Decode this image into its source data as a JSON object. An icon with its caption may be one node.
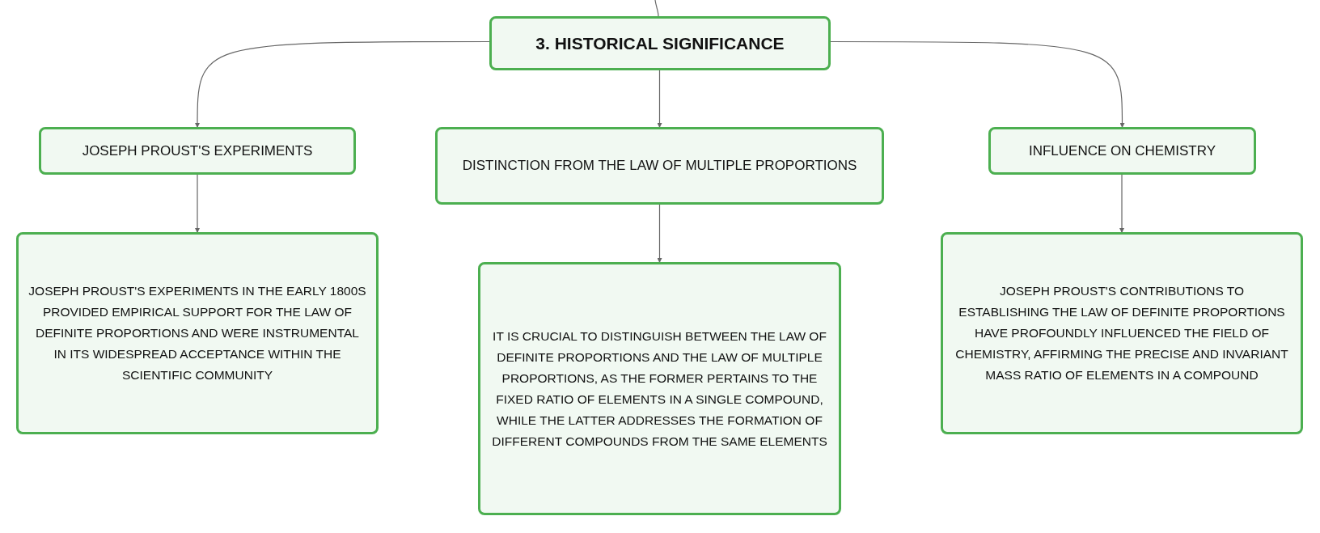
{
  "diagram": {
    "nodes": [
      {
        "text": [
          "3. HISTORICAL SIGNIFICANCE"
        ]
      },
      {
        "text": [
          "JOSEPH PROUST'S EXPERIMENTS"
        ]
      },
      {
        "text": [
          "DISTINCTION FROM THE LAW OF MULTIPLE PROPORTIONS"
        ]
      },
      {
        "text": [
          "INFLUENCE ON CHEMISTRY"
        ]
      },
      {
        "text": [
          "JOSEPH PROUST'S EXPERIMENTS IN THE EARLY 1800S PROVIDED EMPIRICAL SUPPORT FOR THE LAW OF DEFINITE PROPORTIONS AND WERE INSTRUMENTAL IN ITS WIDESPREAD ACCEPTANCE WITHIN THE SCIENTIFIC COMMUNITY"
        ]
      },
      {
        "text": [
          "IT IS CRUCIAL TO DISTINGUISH BETWEEN THE LAW OF DEFINITE PROPORTIONS AND THE LAW OF MULTIPLE PROPORTIONS, AS THE FORMER PERTAINS TO THE FIXED RATIO OF ELEMENTS IN A SINGLE COMPOUND, WHILE THE LATTER ADDRESSES THE FORMATION OF DIFFERENT COMPOUNDS FROM THE SAME ELEMENTS"
        ]
      },
      {
        "text": [
          "JOSEPH PROUST'S CONTRIBUTIONS TO ESTABLISHING THE LAW OF DEFINITE PROPORTIONS HAVE PROFOUNDLY INFLUENCED THE FIELD OF CHEMISTRY, AFFIRMING THE PRECISE AND INVARIANT MASS RATIO OF ELEMENTS IN A COMPOUND"
        ]
      }
    ],
    "edges": [
      {
        "from": null,
        "to": 0,
        "arrow": "none"
      },
      {
        "from": 0,
        "to": 1,
        "arrow": "to"
      },
      {
        "from": 0,
        "to": 2,
        "arrow": "to"
      },
      {
        "from": 0,
        "to": 3,
        "arrow": "to"
      },
      {
        "from": 1,
        "to": 4,
        "arrow": "to"
      },
      {
        "from": 2,
        "to": 5,
        "arrow": "to"
      },
      {
        "from": 3,
        "to": 6,
        "arrow": "to"
      }
    ]
  }
}
